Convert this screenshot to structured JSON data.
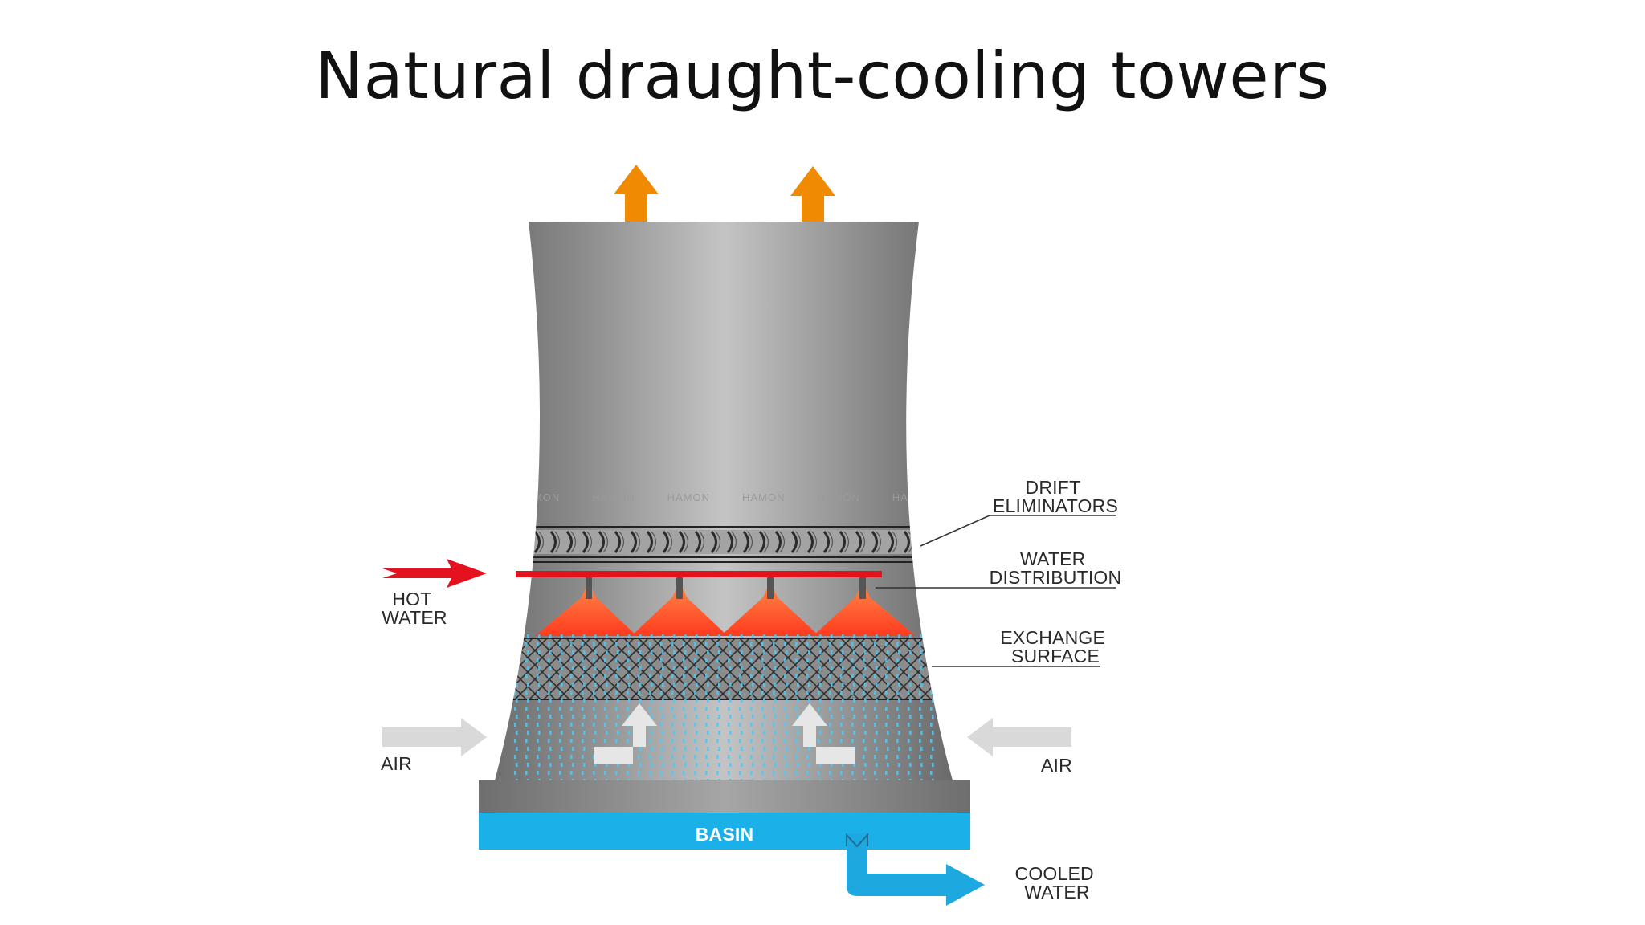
{
  "title": "Natural draught-cooling towers",
  "labels": {
    "drift_eliminators": [
      "DRIFT",
      "ELIMINATORS"
    ],
    "water_distribution": [
      "WATER",
      "DISTRIBUTION"
    ],
    "exchange_surface": [
      "EXCHANGE",
      "SURFACE"
    ],
    "hot_water": [
      "HOT",
      "WATER"
    ],
    "air_left": "AIR",
    "air_right": "AIR",
    "basin": "BASIN",
    "cooled_water": [
      "COOLED",
      "WATER"
    ]
  },
  "watermark": "HAMON",
  "colors": {
    "exhaust_arrow": "#f08a00",
    "hot_water": "#e3121e",
    "spray": "#ff5a2a",
    "basin": "#1cb0e8",
    "cooled_water_arrow": "#1da9e0",
    "air_arrow": "#d9d9d9",
    "tower": "#8e8e8e"
  },
  "icons": {
    "exhaust": "up-arrow-icon",
    "hot_water": "right-arrow-icon",
    "air_in": "arrow-icon",
    "cooled_water_out": "right-arrow-icon"
  }
}
